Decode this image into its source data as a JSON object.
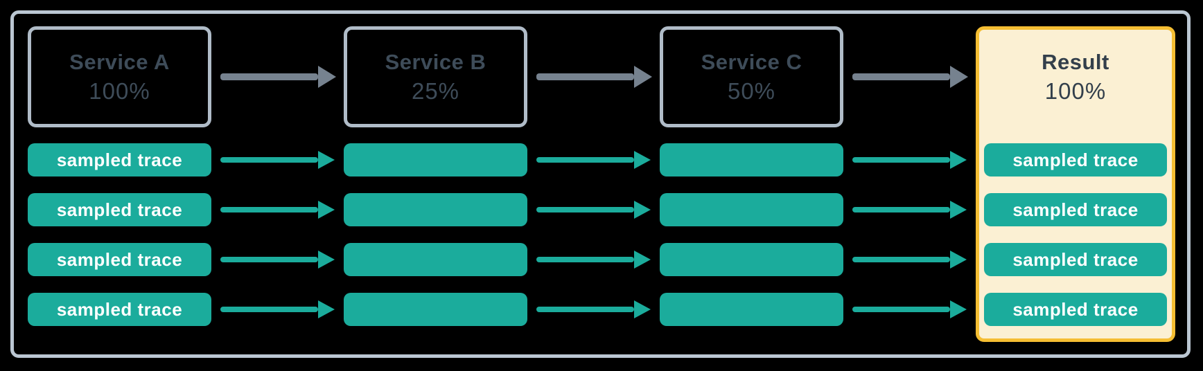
{
  "colors": {
    "background": "#000000",
    "frame_border": "#BBC7D2",
    "box_border": "#B0BCC8",
    "service_text": "#3E4C59",
    "arrow_gray": "#76828F",
    "teal": "#1BAC9C",
    "result_fill": "#FBF0D3",
    "result_border": "#F5BE33",
    "result_text": "#333F4B",
    "trace_text": "#FFFFFF"
  },
  "services": [
    {
      "name": "Service A",
      "rate": "100%"
    },
    {
      "name": "Service B",
      "rate": "25%"
    },
    {
      "name": "Service C",
      "rate": "50%"
    }
  ],
  "result": {
    "name": "Result",
    "rate": "100%"
  },
  "trace": {
    "label": "sampled trace",
    "rows": 4
  }
}
